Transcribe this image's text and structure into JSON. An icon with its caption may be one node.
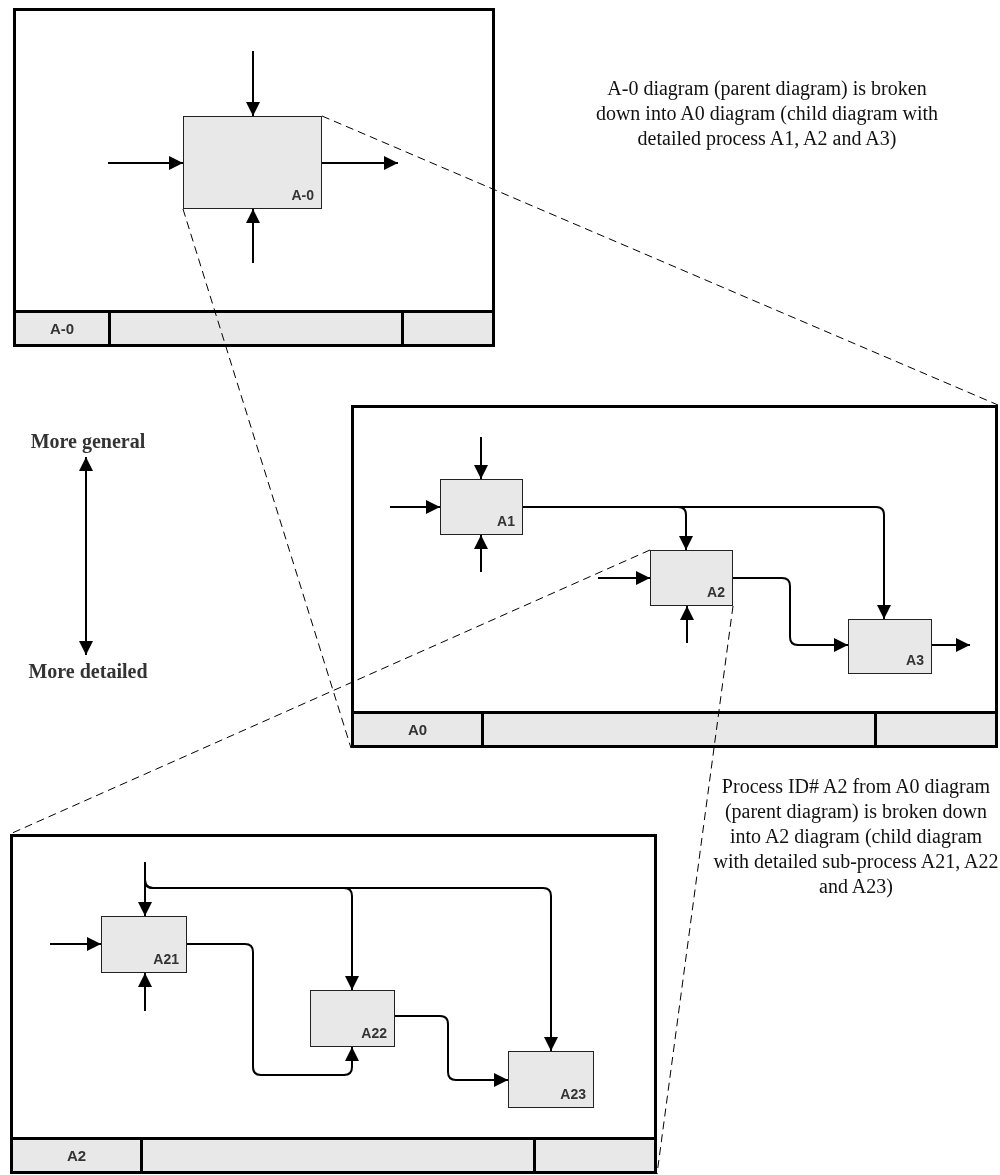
{
  "diagram": {
    "nodes": [
      {
        "text": [
          "A-0"
        ]
      },
      {
        "text": [
          "A-0"
        ],
        "in": 0
      },
      {
        "text": [
          "A0"
        ]
      },
      {
        "text": [
          "A1"
        ],
        "in": 2
      },
      {
        "text": [
          "A2"
        ],
        "in": 2
      },
      {
        "text": [
          "A3"
        ],
        "in": 2
      },
      {
        "text": [
          "A2"
        ]
      },
      {
        "text": [
          "A21"
        ],
        "in": 6
      },
      {
        "text": [
          "A22"
        ],
        "in": 6
      },
      {
        "text": [
          "A23"
        ],
        "in": 6
      },
      {
        "text": [
          "More general"
        ]
      },
      {
        "text": [
          "More detailed"
        ]
      }
    ],
    "edges": [
      {
        "from": null,
        "to": 1,
        "arrow": "to"
      },
      {
        "from": null,
        "to": 1,
        "arrow": "to"
      },
      {
        "from": null,
        "to": 1,
        "arrow": "to"
      },
      {
        "from": 1,
        "to": null,
        "arrow": "to"
      },
      {
        "from": 1,
        "to": 2,
        "arrow": "none",
        "style": "dashed"
      },
      {
        "from": 1,
        "to": 2,
        "arrow": "none",
        "style": "dashed"
      },
      {
        "from": null,
        "to": 3,
        "arrow": "to"
      },
      {
        "from": null,
        "to": 3,
        "arrow": "to"
      },
      {
        "from": null,
        "to": 3,
        "arrow": "to"
      },
      {
        "from": 3,
        "to": 4,
        "arrow": "to"
      },
      {
        "from": 3,
        "to": 5,
        "arrow": "to"
      },
      {
        "from": null,
        "to": 4,
        "arrow": "to"
      },
      {
        "from": null,
        "to": 4,
        "arrow": "to"
      },
      {
        "from": 4,
        "to": 5,
        "arrow": "to"
      },
      {
        "from": 5,
        "to": null,
        "arrow": "to"
      },
      {
        "from": 4,
        "to": 6,
        "arrow": "none",
        "style": "dashed"
      },
      {
        "from": 4,
        "to": 6,
        "arrow": "none",
        "style": "dashed"
      },
      {
        "from": null,
        "to": 7,
        "arrow": "to"
      },
      {
        "from": null,
        "to": 7,
        "arrow": "to"
      },
      {
        "from": null,
        "to": 8,
        "arrow": "to"
      },
      {
        "from": null,
        "to": 9,
        "arrow": "to"
      },
      {
        "from": null,
        "to": 7,
        "arrow": "to"
      },
      {
        "from": 7,
        "to": 8,
        "arrow": "to"
      },
      {
        "from": 8,
        "to": 9,
        "arrow": "to"
      },
      {
        "from": 10,
        "to": 11,
        "arrow": "both"
      }
    ],
    "labels": [
      "A-0 diagram (parent diagram) is broken down into A0 diagram (child diagram with detailed process A1, A2 and A3)",
      "Process ID# A2 from A0 diagram (parent diagram) is broken down into A2 diagram (child diagram with detailed sub-process A21, A22 and A23)"
    ]
  }
}
